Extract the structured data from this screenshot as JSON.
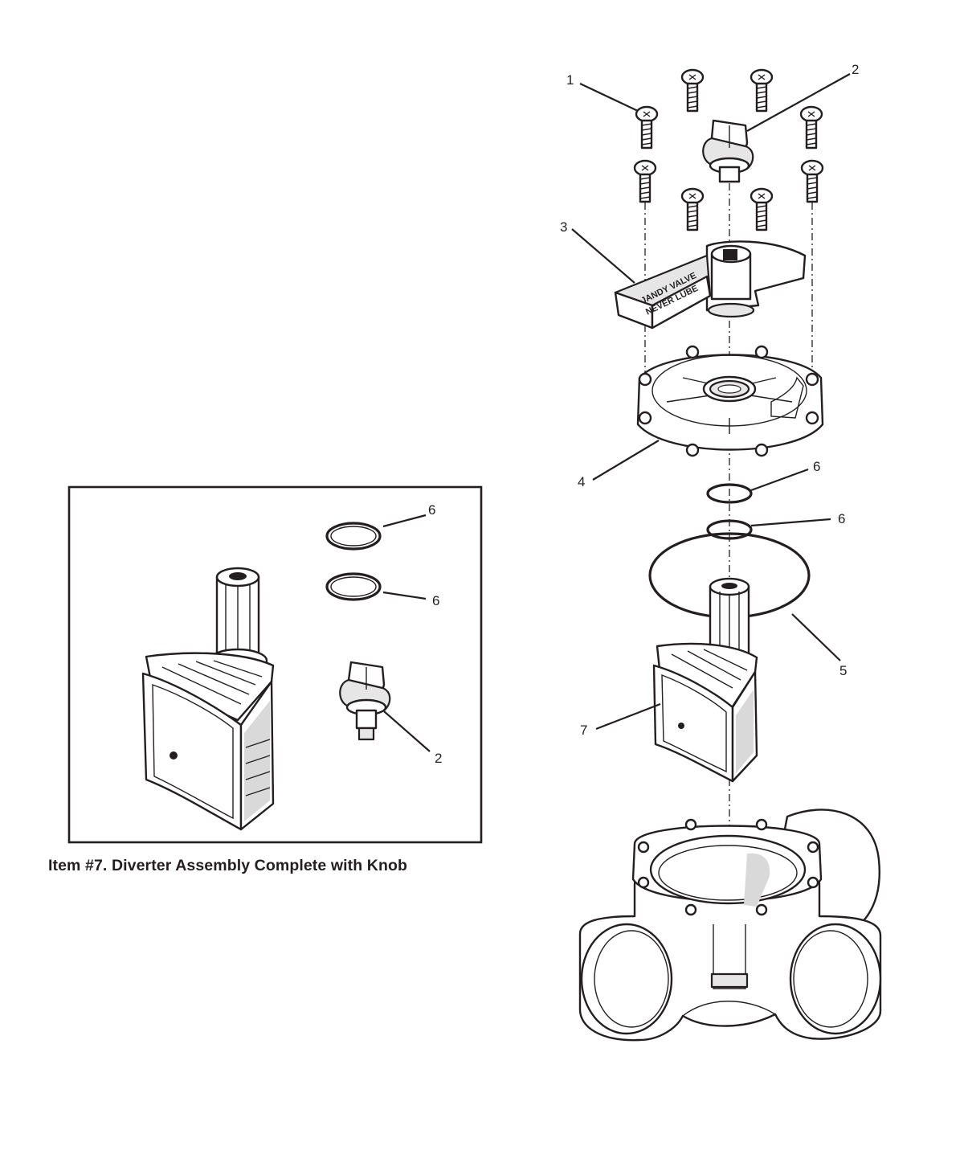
{
  "caption": "Item #7. Diverter Assembly Complete with Knob",
  "handle_text": {
    "line1": "JANDY VALVE",
    "line2": "NEVER LUBE"
  },
  "callouts": {
    "main": [
      "1",
      "2",
      "3",
      "4",
      "6",
      "6",
      "5",
      "7"
    ],
    "inset": [
      "6",
      "6",
      "2"
    ]
  }
}
